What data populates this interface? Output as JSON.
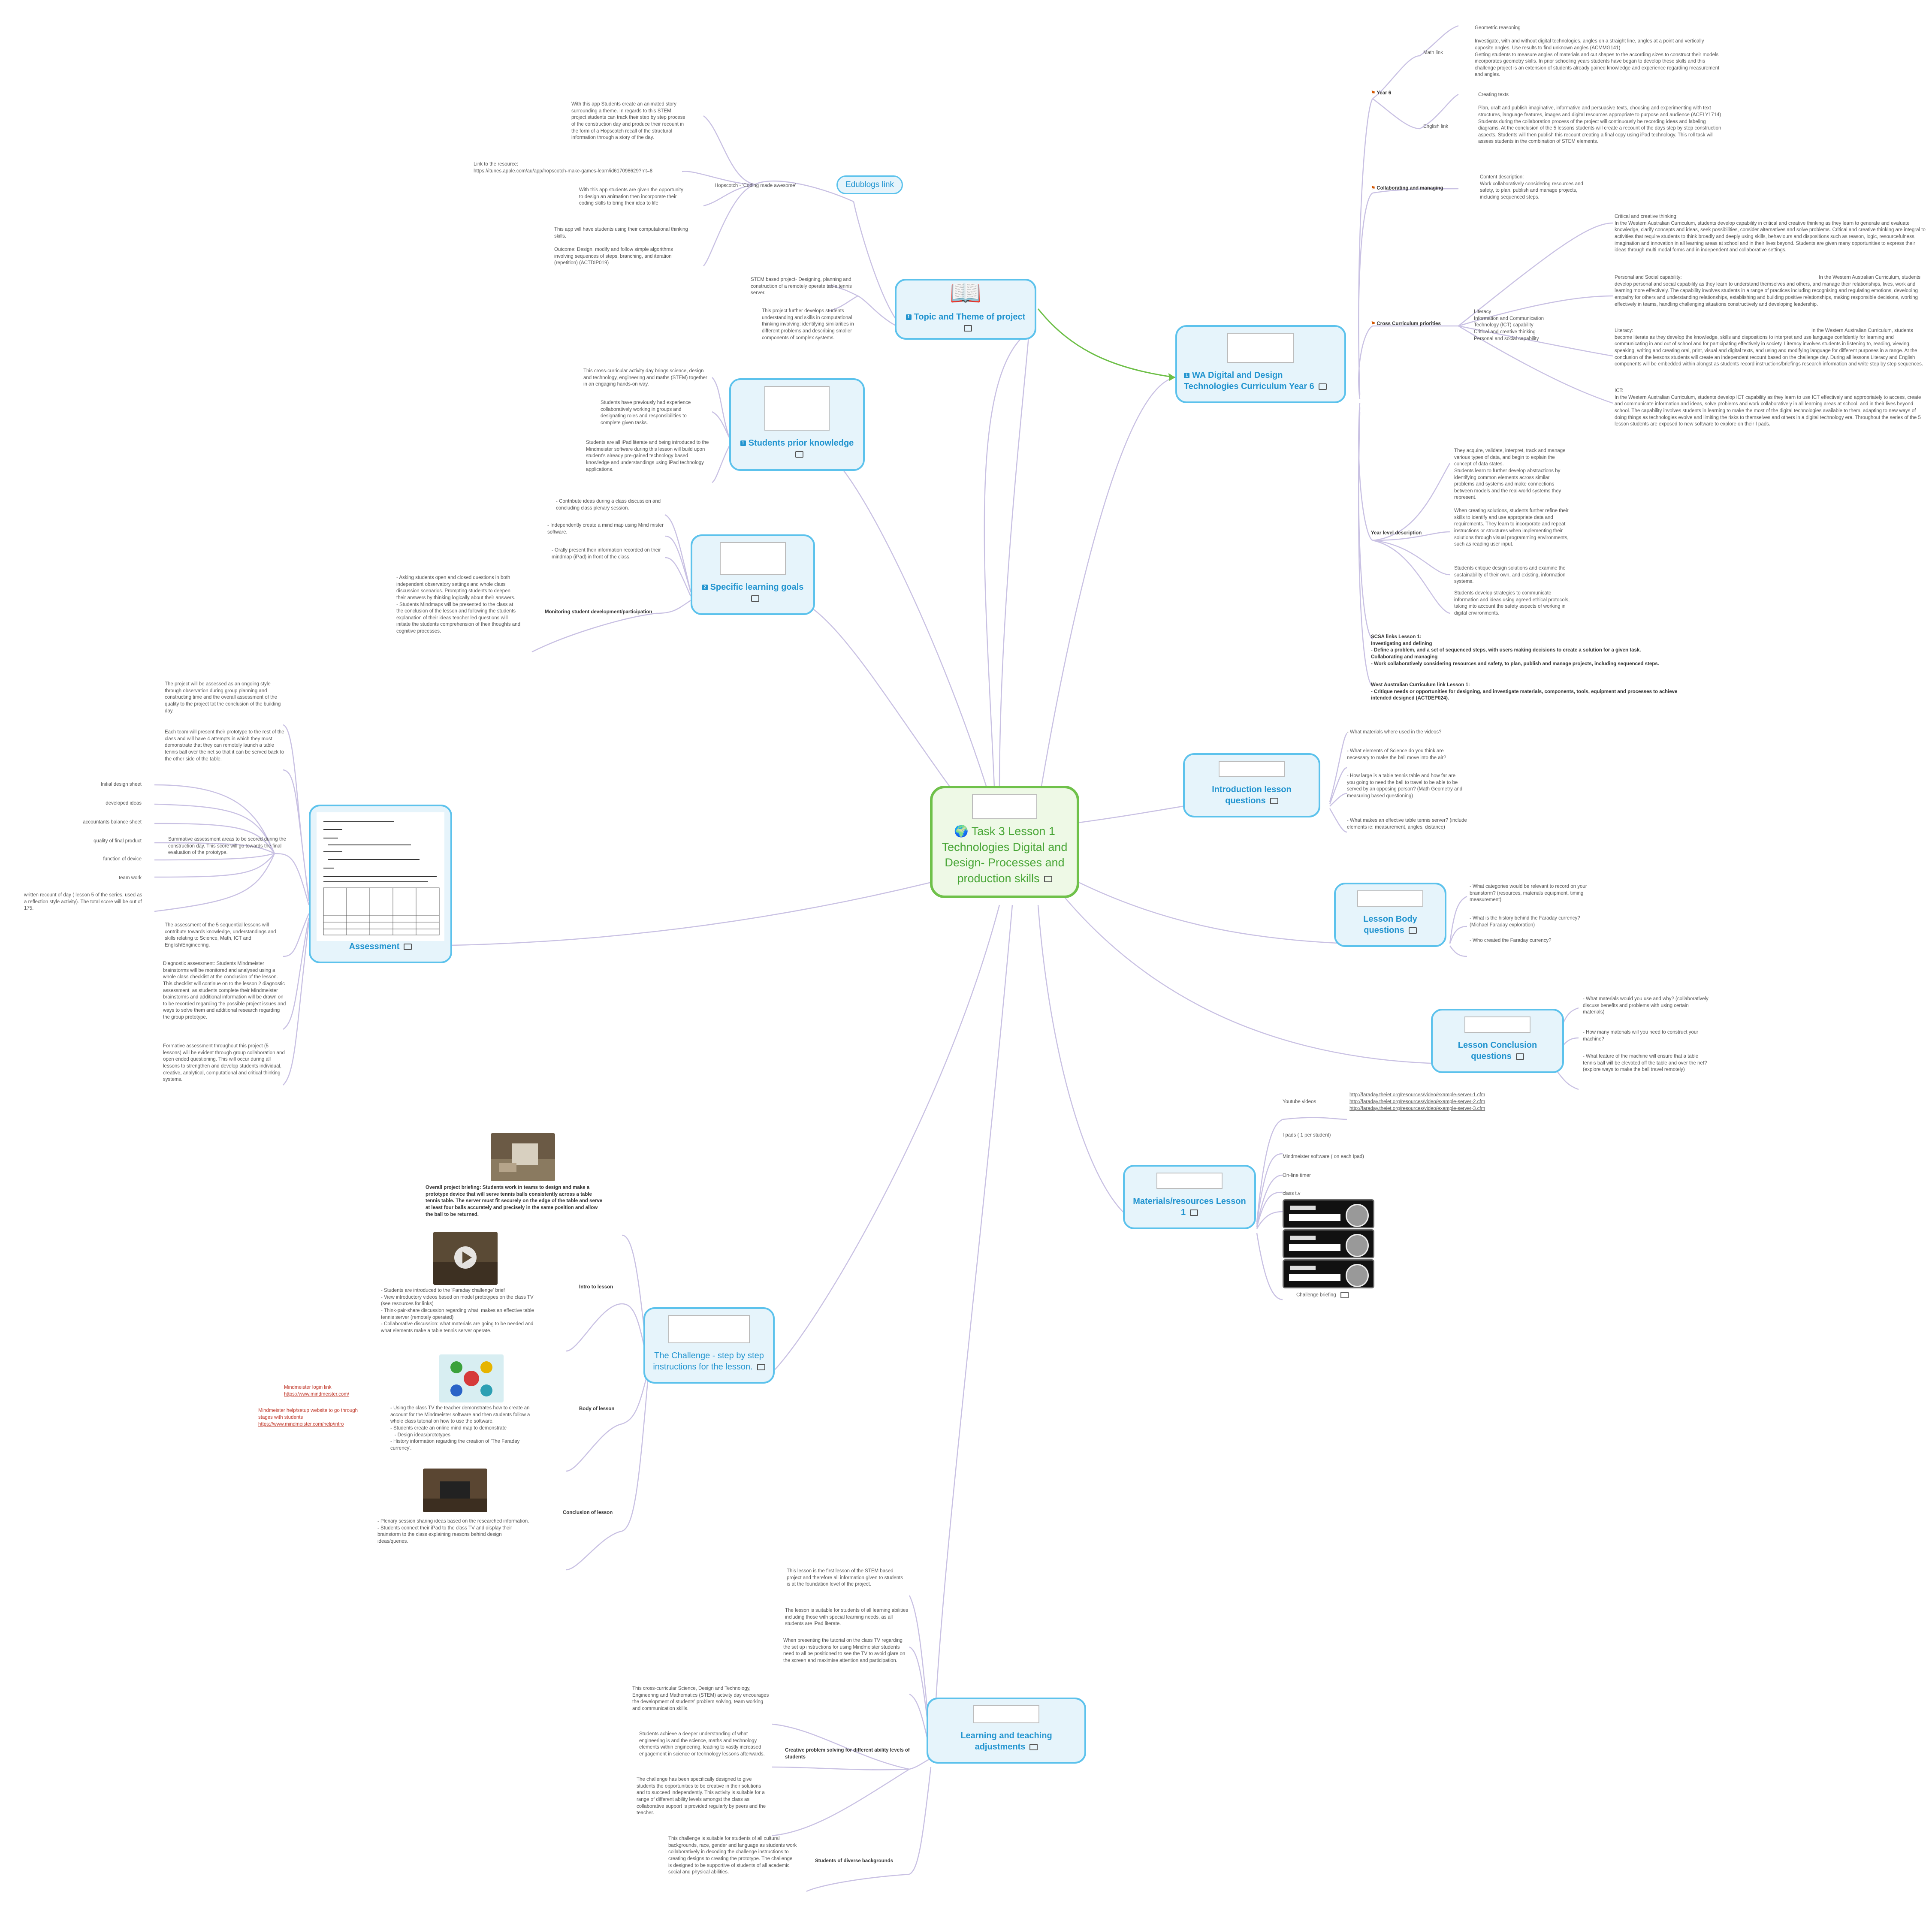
{
  "root": {
    "title": "Task 3 Lesson 1 Technologies Digital and Design- Processes and production skills"
  },
  "branches": {
    "edublogs": "Edublogs link",
    "topic": "Topic and Theme of project",
    "wa_curriculum": "WA Digital and Design Technologies Curriculum Year 6",
    "prior": "Students prior knowledge",
    "goals": "Specific learning goals",
    "assessment": "Assessment",
    "intro_q": "Introduction lesson questions",
    "body_q": "Lesson Body questions",
    "conclusion_q": "Lesson Conclusion questions",
    "materials": "Materials/resources Lesson 1",
    "challenge": "The Challenge - step by step instructions for the lesson.",
    "adjustments": "Learning and teaching adjustments"
  },
  "edublogs": {
    "hopscotch_label": "Hopscotch - 'Coding made awesome'",
    "hopscotch_desc": "With this app Students create an animated story surrounding a theme. In regards to this STEM project students can track their step by step process of the construction day and produce their recount in the form of a Hopscotch recall of the structural information through a story of the day.",
    "link_label": "Link to the resource:",
    "link_url": "https://itunes.apple.com/au/app/hopscotch-make-games-learn/id617098629?mt=8",
    "opportunity": "With this app students are given the opportunity to design an animation then incorporate their coding skills to bring their idea to life",
    "computational": "This app will have students using their computational thinking skills.\n\nOutcome: Design, modify and follow simple algorithms involving sequences of steps, branching, and iteration (repetition) (ACTDIP019)"
  },
  "topic": {
    "stem": "STEM based project- Designing, planning and construction of a remotely operate table tennis server.",
    "further": "This project further develops students understanding and skills in computational thinking involving: identifying similarities in different problems and describing smaller components of complex systems."
  },
  "prior": {
    "cross": "This cross-curricular activity day brings science, design and technology, engineering and maths (STEM) together in an engaging hands-on way.",
    "collab": "Students have previously had experience collaboratively working in groups and designating roles and responsibilities to complete given tasks.",
    "ipad": "Students are all iPad literate and being introduced to the Mindmeister software during this lesson will build upon student's already pre-gained technology based knowledge and understandings using iPad technology applications."
  },
  "goals": {
    "g1": "- Contribute ideas during a class discussion and concluding class plenary session.",
    "g2": "- Independently create a mind map using Mind mister software.",
    "g3": "- Orally present their information recorded on their mindmap (iPad) in front of the class.",
    "monitor_label": "Monitoring student development/participation",
    "monitor": "- Asking students open and closed questions in both independent observatory settings and whole class discussion scenarios. Prompting students to deepen their answers by thinking logically about their answers.\n- Students Mindmaps will be presented to the class at the conclusion of the lesson and following the students explanation of their ideas teacher led questions will initiate the students comprehension of their thoughts and cognitive processes."
  },
  "assessment": {
    "ongoing": "The project will be assessed as an ongoing style through observation during group planning and constructing time and the overall assessment of the quality to the project tat the conclusion of the building day.",
    "teams": "Each team will present their prototype to the rest of the class and will have 4 attempts in which they must demonstrate that they can remotely launch a table tennis ball over the net so that it can be served back to the other side of the table.",
    "items": [
      "Initial design sheet",
      "developed ideas",
      "accountants balance sheet",
      "quality of final product",
      "function of device",
      "team work"
    ],
    "summative": "Summative assessment areas to be scored during the construction day. This score will go towards the final evaluation of the prototype.",
    "written": "written recount of day ( lesson 5 of the series, used as a reflection style activity). The total score will be out of 175.",
    "five": "The assessment of the 5 sequential lessons will contribute towards knowledge, understandings and skills relating to Science, Math, ICT and English/Engineering.",
    "diagnostic": "Diagnostic assessment: Students Mindmeister brainstorms will be monitored and analysed using a whole class checklist at the conclusion of the lesson. This checklist will continue on to the lesson 2 diagnostic assessment  as students complete their Mindmeister brainstorms and additional information will be drawn on to be recorded regarding the possible project issues and ways to solve them and additional research regarding the group prototype.",
    "formative": "Formative assessment throughout this project (5 lessons) will be evident through group collaboration and open ended questioning. This will occur during all lessons to strengthen and develop students individual, creative, analytical, computational and critical thinking systems."
  },
  "wa": {
    "year6": "Year 6",
    "math_label": "Math link",
    "math": "Geometric reasoning\n\nInvestigate, with and without digital technologies, angles on a straight line, angles at a point and vertically opposite angles. Use results to find unknown angles (ACMMG141)\nGetting students to measure angles of materials and cut shapes to the according sizes to construct their models incorporates geometry skills. In prior schooling years students have began to develop these skills and this challenge project is an extension of students already gained knowledge and experience regarding measurement and angles.",
    "english_label": "English link",
    "english": "Creating texts\n\nPlan, draft and publish imaginative, informative and persuasive texts, choosing and experimenting with text structures, language features, images and digital resources appropriate to purpose and audience (ACELY1714)\nStudents during the collaboration process of the project will continuously be recording ideas and labeling diagrams. At the conclusion of the 5 lessons students will create a recount of the days step by step construction aspects. Students will then publish this recount creating a final copy using iPad technology. This roll task will assess students in the combination of STEM elements.",
    "collab_label": "Collaborating and managing",
    "collab": "Content description:\nWork collaboratively considering resources and safety, to plan, publish and manage projects, including sequenced steps.",
    "cross_label": "Cross Curriculum priorities",
    "cross_list": "Literacy\nInformation and Communication Technology (ICT) capability\nCritical and creative thinking\nPersonal and social capability",
    "critical": "Critical and creative thinking:\nIn the Western Australian Curriculum, students develop capability in critical and creative thinking as they learn to generate and evaluate knowledge, clarify concepts and ideas, seek possibilities, consider alternatives and solve problems. Critical and creative thinking are integral to activities that require students to think broadly and deeply using skills, behaviours and dispositions such as reason, logic, resourcefulness, imagination and innovation in all learning areas at school and in their lives beyond. Students are given many opportunities to express their ideas through multi modal forms and in independent and collaborative settings.",
    "personal": "Personal and Social capability:                                                                                                    In the Western Australian Curriculum, students develop personal and social capability as they learn to understand themselves and others, and manage their relationships, lives, work and learning more effectively. The capability involves students in a range of practices including recognising and regulating emotions, developing empathy for others and understanding relationships, establishing and building positive relationships, making responsible decisions, working effectively in teams, handling challenging situations constructively and developing leadership.",
    "literacy": "Literacy:                                                                                                                                  In the Western Australian Curriculum, students become literate as they develop the knowledge, skills and dispositions to interpret and use language confidently for learning and communicating in and out of school and for participating effectively in society. Literacy involves students in listening to, reading, viewing, speaking, writing and creating oral, print, visual and digital texts, and using and modifying language for different purposes in a range. At the conclusion of the lessons students will create an independent recount based on the challenge day. During all lessons Literacy and English components will be embedded within alongst as students record instructions/briefings research information and write step by step sequences.",
    "ict": "ICT:\nIn the Western Australian Curriculum, students develop ICT capability as they learn to use ICT effectively and appropriately to access, create and communicate information and ideas, solve problems and work collaboratively in all learning areas at school, and in their lives beyond school. The capability involves students in learning to make the most of the digital technologies available to them, adapting to new ways of doing things as technologies evolve and limiting the risks to themselves and others in a digital technology era. Throughout the series of the 5 lesson students are exposed to new software to explore on their I pads.",
    "yld_label": "Year level description",
    "yld1": "They acquire, validate, interpret, track and manage various types of data, and begin to explain the concept of data states.\nStudents learn to further develop abstractions by identifying common elements across similar problems and systems and make connections between models and the real-world systems they represent.",
    "yld2": "When creating solutions, students further refine their skills to identify and use appropriate data and requirements. They learn to incorporate and repeat instructions or structures when implementing their solutions through visual programming environments, such as reading user input.",
    "yld3": "Students critique design solutions and examine the sustainability of their own, and existing, information systems.",
    "yld4": "Students develop strategies to communicate information and ideas using agreed ethical protocols, taking into account the safety aspects of working in digital environments.",
    "scsa": "SCSA links Lesson 1:\nInvestigating and defining\n- Define a problem, and a set of sequenced steps, with users making decisions to create a solution for a given task.\nCollaborating and managing\n- Work collaboratively considering resources and safety, to plan, publish and manage projects, including sequenced steps.",
    "wacl": "West Australian Curriculum link Lesson 1:\n- Critique needs or opportunities for designing, and investigate materials, components, tools, equipment and processes to achieve intended designed (ACTDEP024)."
  },
  "intro_q": {
    "q1": "- What materials where used in the videos?",
    "q2": "- What elements of Science do you think are necessary to make the ball move into the air?",
    "q3": "- How large is a table tennis table and how far are you going to need the ball to travel to be able to be served by an opposing person? (Math Geometry and measuring based questioning)",
    "q4": "- What makes an effective table tennis server? (include elements ie: measurement, angles, distance)"
  },
  "body_q": {
    "q1": "- What categories would be relevant to record on your brainstorm? (resources, materials equipment, timing measurement)",
    "q2": "- What is the history behind the Faraday currency? (Michael Faraday exploration)",
    "q3": "- Who created the Faraday currency?"
  },
  "conclusion_q": {
    "q1": "- What materials would you use and why? (collaboratively discuss benefits and problems with using certain materials)",
    "q2": "- How many materials will you need to construct your machine?",
    "q3": "- What feature of the machine will ensure that a table tennis ball will be elevated off the table and over the net? (explore ways to make the ball travel remotely)"
  },
  "materials": {
    "youtube": "Youtube videos",
    "links": [
      "http://faraday.theiet.org/resources/video/example-server-1.cfm",
      "http://faraday.theiet.org/resources/video/example-server-2.cfm",
      "http://faraday.theiet.org/resources/video/example-server-3.cfm"
    ],
    "ipads": "I pads ( 1 per student)",
    "mindmeister": "Mindmeister software ( on each Ipad)",
    "timer": "On-line timer",
    "tv": "class t.v",
    "briefing": "Challenge briefing"
  },
  "challenge": {
    "overall": "Overall project briefing: Students work in teams to design and make a prototype device that will serve tennis balls consistently across a table tennis table. The server must fit securely on the edge of the table and serve at least four balls accurately and precisely in the same position and allow the ball to be returned.",
    "intro_label": "Intro to lesson",
    "intro": "- Students are introduced to the 'Faraday challenge' brief\n- View introductory videos based on model prototypes on the class TV (see resources for links)\n- Think-pair-share discussion regarding what  makes an effective table tennis server (remotely operated)\n- Collaborative discussion: what materials are going to be needed and what elements make a table tennis server operate.",
    "body_label": "Body of lesson",
    "login_label": "Mindmeister login link",
    "login_url": "https://www.mindmeister.com/",
    "help_label": "Mindmeister help/setup website to go through stages with students",
    "help_url": "https://www.mindmeister.com/help/intro",
    "body": "- Using the class TV the teacher demonstrates how to create an account for the Mindmeister software and then students follow a whole class tutorial on how to use the software.\n- Students create an online mind map to demonstrate\n   - Design ideas/prototypes\n- History information regarding the creation of 'The Faraday currency'.",
    "conclusion_label": "Conclusion of lesson",
    "conclusion": "- Plenary session sharing ideas based on the researched information.\n- Students connect their iPad to the class TV and display their brainstorm to the class explaining reasons behind design ideas/queries."
  },
  "adjustments": {
    "first": "This lesson is the first lesson of the STEM based project and therefore all information given to students is at the foundation level of the project.",
    "suitable": "The lesson is suitable for students of all learning abilities including those with special learning needs, as all students are iPad literate.",
    "presenting": "When presenting the tutorial on the class TV regarding the set up instructions for using Mindmeister students need to all be positioned to see the TV to avoid glare on the screen and maximise attention and participation.",
    "creative_label": "Creative problem solving for different ability levels of students",
    "c1": "This cross-curricular Science, Design and Technology, Engineering and Mathematics (STEM) activity day encourages the development of students' problem solving, team working and communication skills.",
    "c2": "Students achieve a deeper understanding of what engineering is and the science, maths and technology elements within engineering, leading to vastly increased engagement in science or technology lessons afterwards.",
    "c3": "The challenge has been specifically designed to give students the opportunities to be creative in their solutions and to succeed independently. This activity is suitable for a range of different ability levels amongst the class as collaborative support is provided regularly by peers and the teacher.",
    "diverse_label": "Students of diverse backgrounds",
    "diverse": "This challenge is suitable for students of all cultural backgrounds, race, gender and language as students work collaboratively in decoding the challenge instructions to creating designs to creating the prototype. The challenge is designed to be supportive of students of all academic social and physical abilities."
  },
  "colors": {
    "branch_fill": "#e6f4fb",
    "branch_border": "#5cc2ec",
    "root_fill": "#eef9e6",
    "root_border": "#6fc14a",
    "title_blue": "#2294cf",
    "root_green": "#47a535"
  }
}
